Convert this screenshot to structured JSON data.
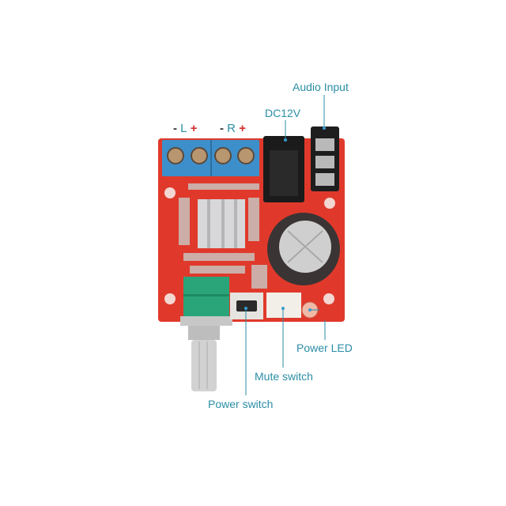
{
  "labels": {
    "audio_input": "Audio Input",
    "dc12v": "DC12V",
    "power_led": "Power LED",
    "mute_switch": "Mute switch",
    "power_switch": "Power switch"
  },
  "speaker_terminals": {
    "left": {
      "minus": "-",
      "channel": "L",
      "plus": "+"
    },
    "right": {
      "minus": "-",
      "channel": "R",
      "plus": "+"
    }
  },
  "colors": {
    "label": "#2b8ea6",
    "board": "#e0392b",
    "terminal": "#3d8fcb",
    "potentiometer": "#2aa57a",
    "plus_sign": "#d0302a"
  }
}
